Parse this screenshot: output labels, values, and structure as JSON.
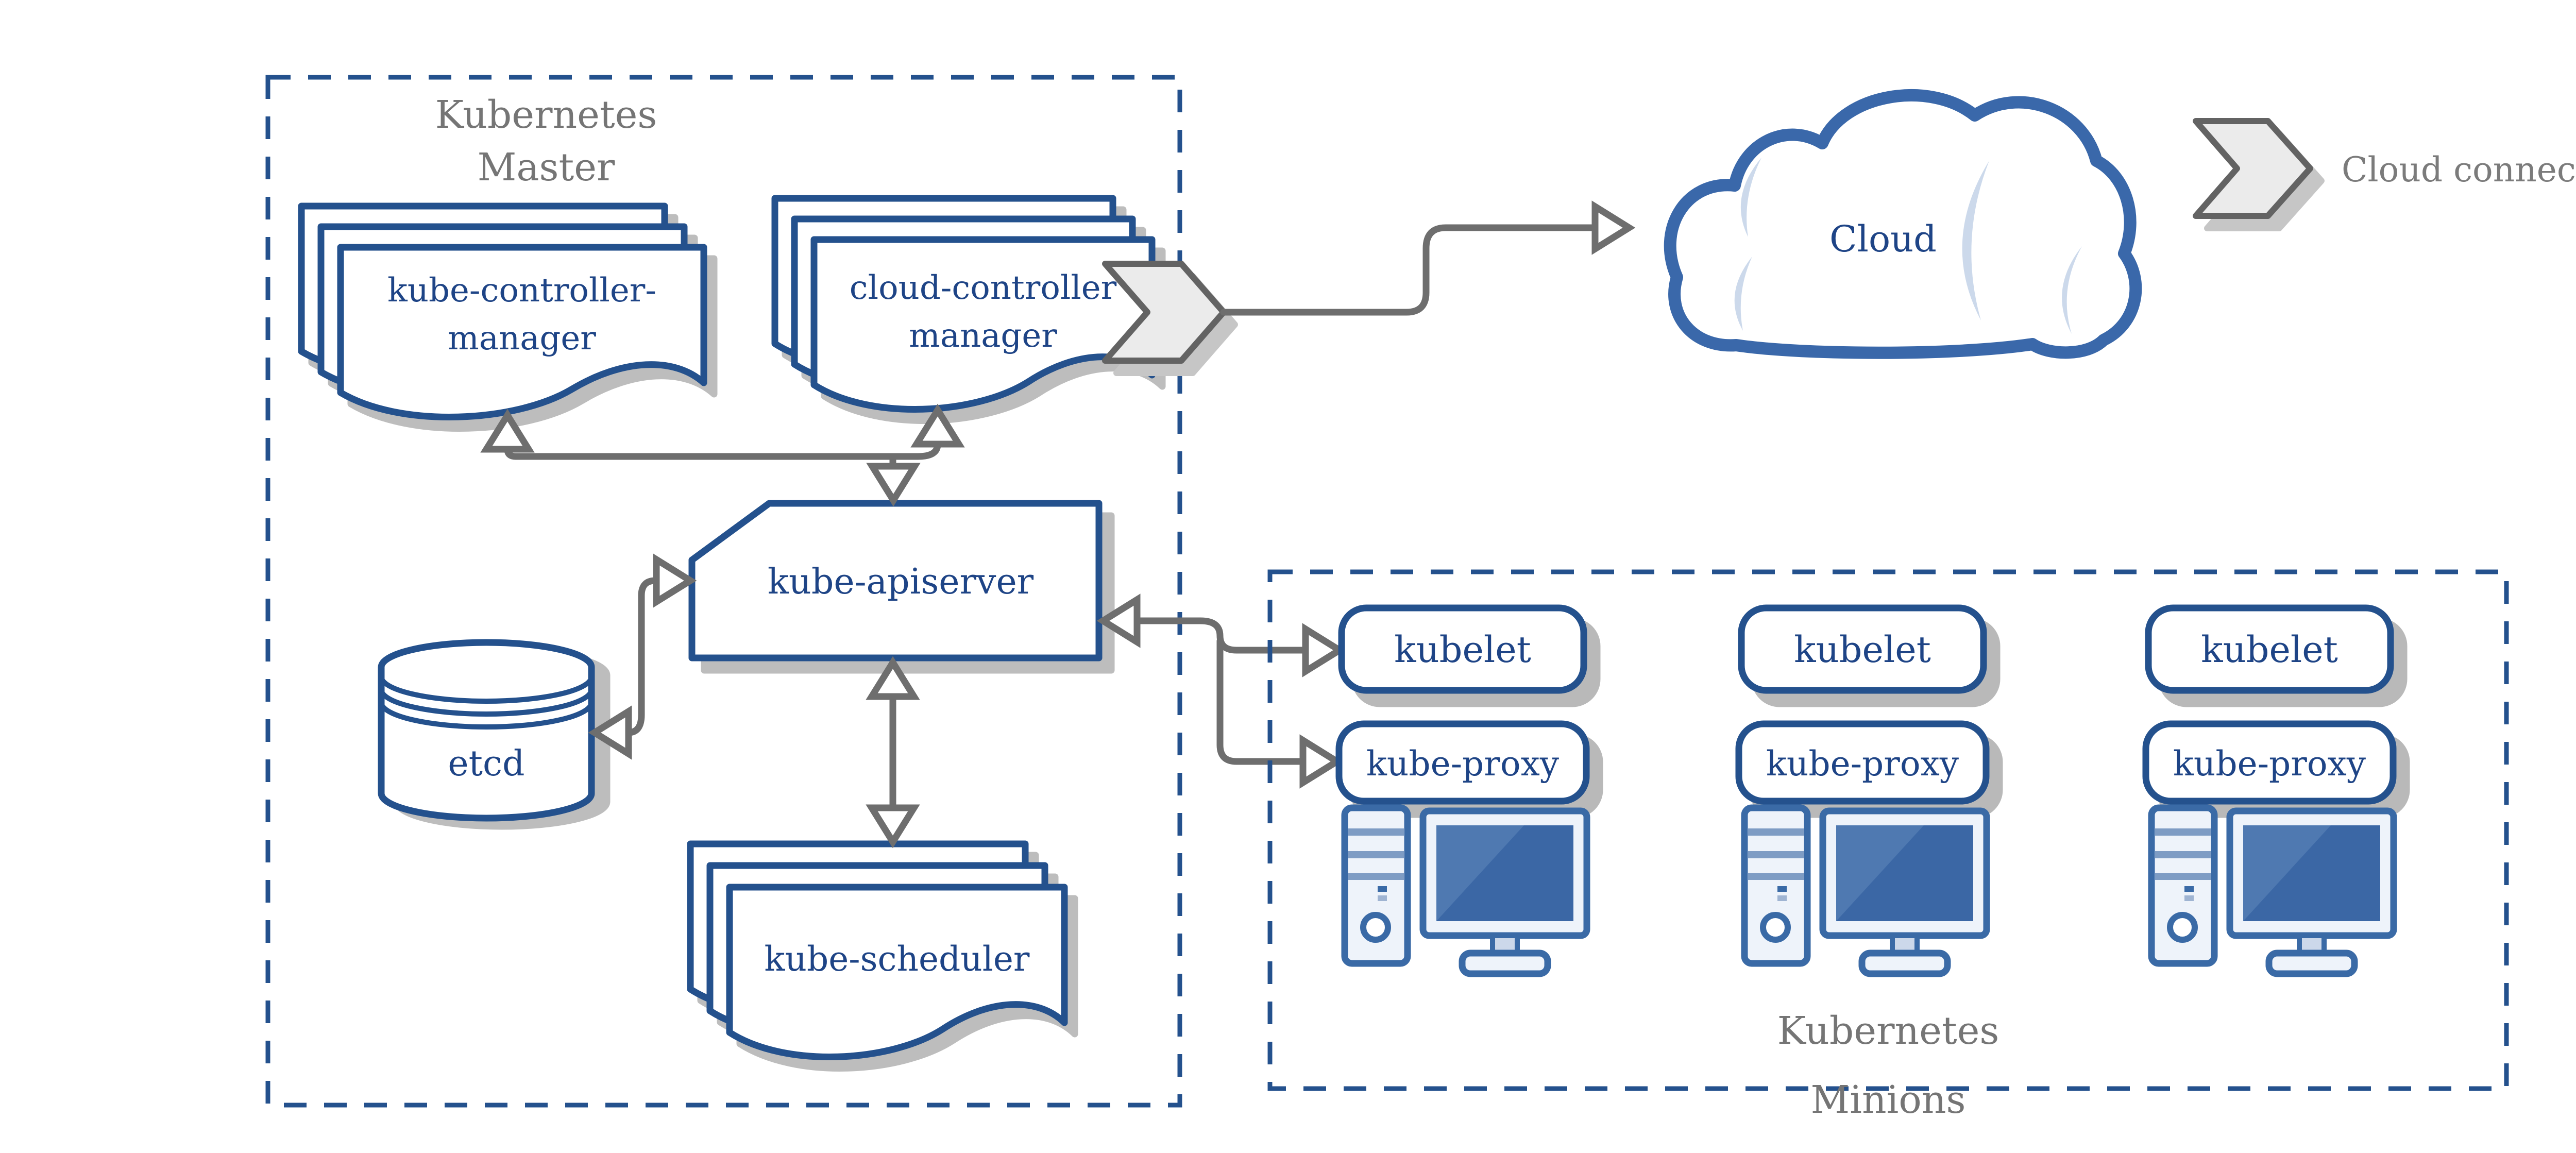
{
  "colors": {
    "node_border": "#24518d",
    "node_text": "#1e4486",
    "container_text": "#757575",
    "arrow_gray": "#6e6e6e",
    "cloud_border": "#3a68aa",
    "cloud_accent": "#ccd9eb",
    "shadow": "#bdbdbd",
    "chevron_fill": "#ebebeb",
    "chevron_border": "#636363",
    "computer_fill": "#eef3fa",
    "computer_border": "#3a6aa6",
    "computer_screen": "#3b67a5"
  },
  "master": {
    "title_line1": "Kubernetes",
    "title_line2": "Master"
  },
  "nodes": {
    "kube_controller_manager": {
      "line1": "kube-controller-",
      "line2": "manager"
    },
    "cloud_controller_manager": {
      "line1": "cloud-controller",
      "line2": "manager"
    },
    "kube_apiserver": {
      "label": "kube-apiserver"
    },
    "etcd": {
      "label": "etcd"
    },
    "kube_scheduler": {
      "label": "kube-scheduler"
    },
    "cloud": {
      "label": "Cloud"
    }
  },
  "legend": {
    "label": "Cloud connector",
    "icon": "chevron-right-arrow"
  },
  "minions": {
    "title_line1": "Kubernetes",
    "title_line2": "Minions",
    "columns": [
      {
        "kubelet_label": "kubelet",
        "kube_proxy_label": "kube-proxy",
        "icon": "desktop-computer"
      },
      {
        "kubelet_label": "kubelet",
        "kube_proxy_label": "kube-proxy",
        "icon": "desktop-computer"
      },
      {
        "kubelet_label": "kubelet",
        "kube_proxy_label": "kube-proxy",
        "icon": "desktop-computer"
      }
    ]
  }
}
